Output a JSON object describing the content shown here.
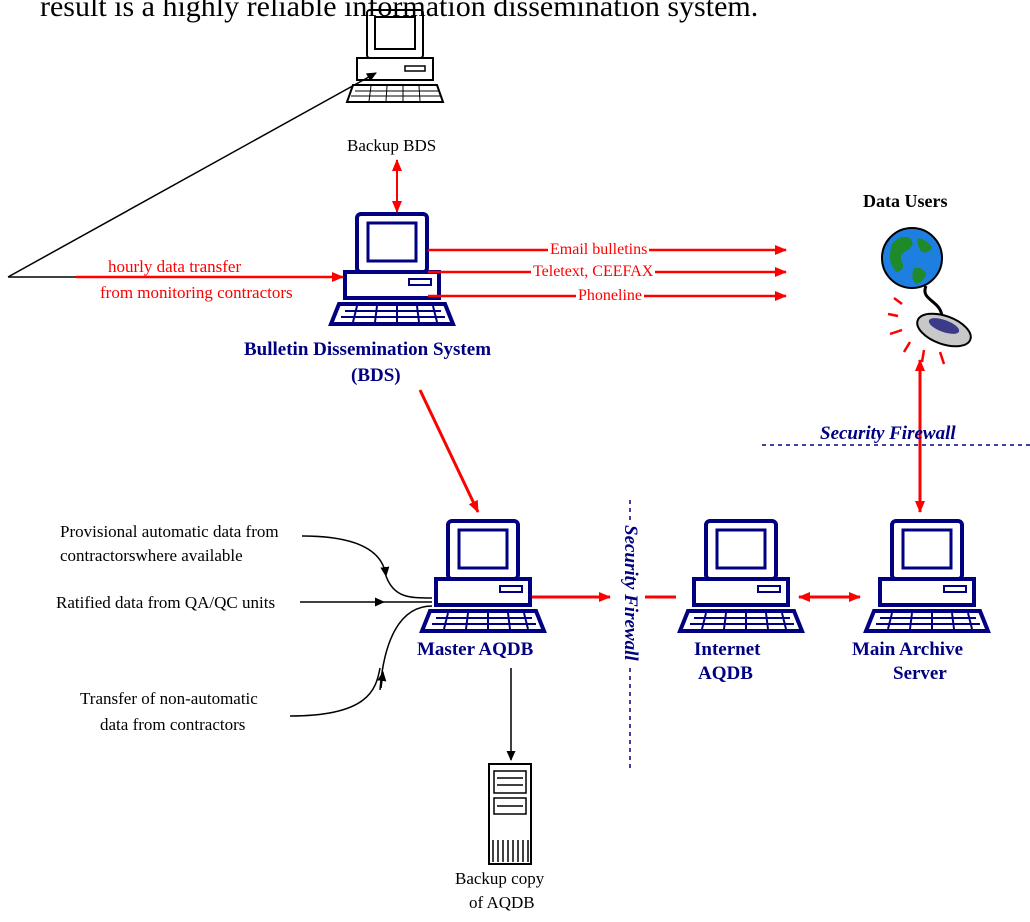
{
  "intro_fragment": "result is a highly reliable information dissemination system.",
  "nodes": {
    "backup_bds": "Backup BDS",
    "bds_line1": "Bulletin Dissemination System",
    "bds_line2": "(BDS)",
    "data_users": "Data Users",
    "master_aqdb": "Master AQDB",
    "internet_aqdb_line1": "Internet",
    "internet_aqdb_line2": "AQDB",
    "main_archive_line1": "Main Archive",
    "main_archive_line2": "Server",
    "backup_copy_line1": "Backup copy",
    "backup_copy_line2": "of AQDB"
  },
  "bds_outputs": [
    "Email bulletins",
    "Teletext, CEEFAX",
    "Phoneline"
  ],
  "hourly_transfer": [
    "hourly data transfer",
    "from monitoring contractors"
  ],
  "inputs": {
    "provisional": [
      "Provisional automatic data from",
      "contractorswhere available"
    ],
    "ratified": "Ratified data from QA/QC units",
    "non_automatic": [
      "Transfer of non-automatic",
      "data from contractors"
    ]
  },
  "firewalls": {
    "top": "Security Firewall",
    "vertical": "Security Firewall"
  },
  "colors": {
    "arrow_red": "#ff0000",
    "label_navy": "#000080",
    "firewall_dash": "#000080",
    "line_black": "#000000"
  }
}
